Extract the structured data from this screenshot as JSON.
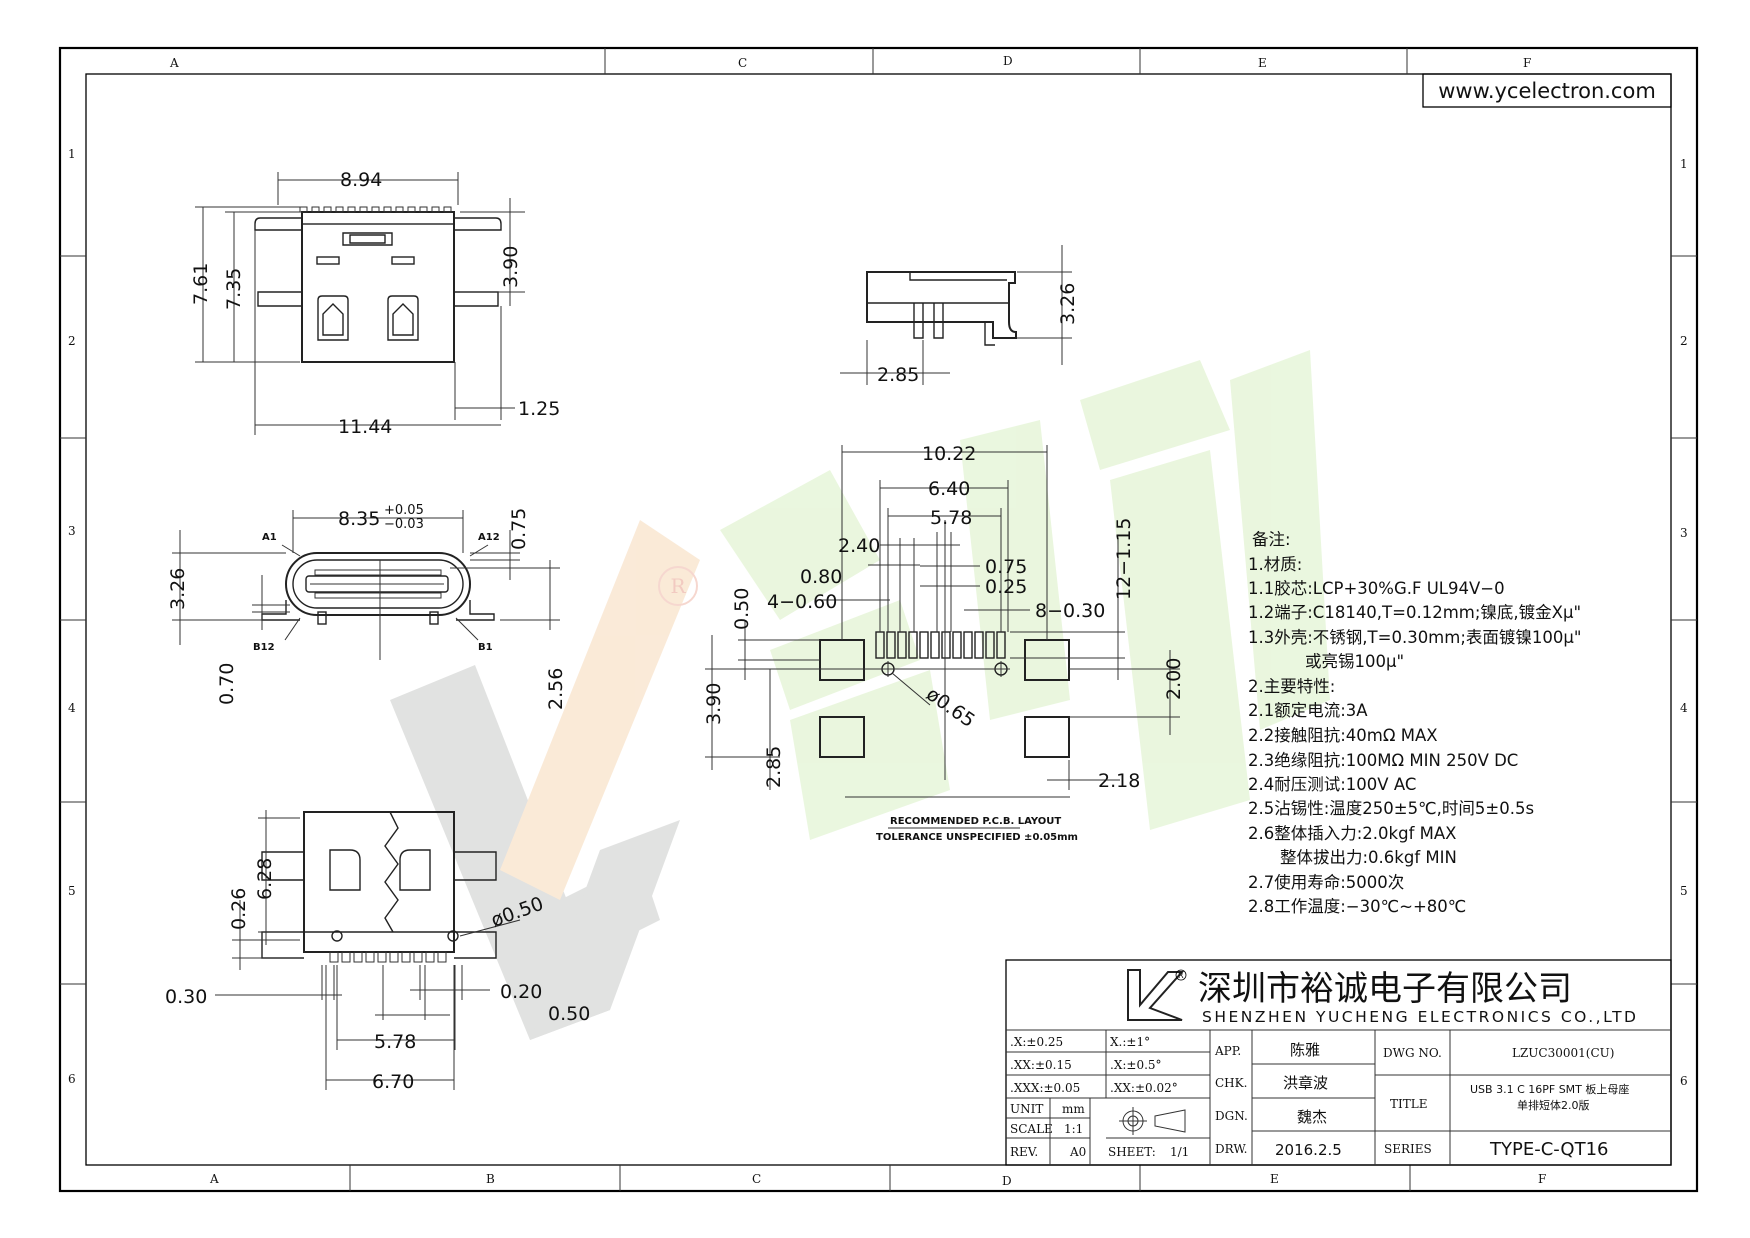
{
  "website": "www.ycelectron.com",
  "grid": {
    "columns_top": [
      "A",
      "C",
      "D",
      "E",
      "F"
    ],
    "columns_bottom": [
      "A",
      "B",
      "C",
      "D",
      "E",
      "F"
    ],
    "rows": [
      "1",
      "2",
      "3",
      "4",
      "5",
      "6"
    ]
  },
  "watermark": {
    "registered": "R"
  },
  "top_view": {
    "width": "8.94",
    "height_outer": "7.61",
    "height_inner": "7.35",
    "top_offset": "3.90",
    "total_width": "11.44",
    "tab": "1.25"
  },
  "side_view": {
    "height": "3.26",
    "offset": "2.85"
  },
  "front_view": {
    "width": "8.35",
    "tol_plus": "+0.05",
    "tol_minus": "−0.03",
    "top": "0.75",
    "height": "3.26",
    "bottom": "0.70",
    "depth": "2.56",
    "pin_a1": "A1",
    "pin_a12": "A12",
    "pin_b12": "B12",
    "pin_b1": "B1"
  },
  "pcb": {
    "d_1022": "10.22",
    "d_640": "6.40",
    "d_578": "5.78",
    "d_240": "2.40",
    "d_080": "0.80",
    "d_075": "0.75",
    "d_025": "0.25",
    "d_4x060": "4−0.60",
    "d_050": "0.50",
    "d_8x030": "8−0.30",
    "d_12x115": "12−1.15",
    "d_200": "2.00",
    "d_390": "3.90",
    "d_285": "2.85",
    "d_218": "2.18",
    "hole": "ø0.65",
    "caption1": "RECOMMENDED  P.C.B. LAYOUT",
    "caption2": "TOLERANCE UNSPECIFIED ±0.05mm"
  },
  "bottom_view": {
    "h_628": "6.28",
    "h_026": "0.26",
    "hole": "ø0.50",
    "d_030": "0.30",
    "d_020": "0.20",
    "d_050": "0.50",
    "d_578": "5.78",
    "d_670": "6.70"
  },
  "notes": [
    "备注:",
    "1.材质:",
    "1.1胶芯:LCP+30%G.F UL94V−0",
    "1.2端子:C18140,T=0.12mm;镍底,镀金Xμ\"",
    "1.3外壳:不锈钢,T=0.30mm;表面镀镍100μ\"",
    "或亮锡100μ\"",
    "2.主要特性:",
    "2.1额定电流:3A",
    "2.2接触阻抗:40mΩ MAX",
    "2.3绝缘阻抗:100MΩ MIN 250V DC",
    "2.4耐压测试:100V AC",
    "2.5沾锡性:温度250±5℃,时间5±0.5s",
    "2.6整体插入力:2.0kgf MAX",
    "整体拔出力:0.6kgf MIN",
    "2.7使用寿命:5000次",
    "2.8工作温度:−30℃~+80℃"
  ],
  "title_block": {
    "company_cn": "深圳市裕诚电子有限公司",
    "company_en": "SHENZHEN YUCHENG ELECTRONICS CO.,LTD",
    "tol_x": ".X:±0.25",
    "tol_xx": ".XX:±0.15",
    "tol_xxx": ".XXX:±0.05",
    "ang_x": "X.:±1°",
    "ang_xx": ".X:±0.5°",
    "ang_xxx": ".XX:±0.02°",
    "unit_label": "UNIT",
    "unit_value": "mm",
    "scale_label": "SCALE",
    "scale_value": "1:1",
    "rev_label": "REV.",
    "rev_value": "A0",
    "sheet_label": "SHEET:",
    "sheet_value": "1/1",
    "app_label": "APP.",
    "app_value": "陈雅",
    "chk_label": "CHK.",
    "chk_value": "洪章波",
    "dgn_label": "DGN.",
    "dgn_value": "魏杰",
    "drw_label": "DRW.",
    "drw_value": "2016.2.5",
    "dwg_label": "DWG NO.",
    "dwg_value": "LZUC30001(CU)",
    "title_label": "TITLE",
    "title_line1": "USB 3.1 C 16PF SMT 板上母座",
    "title_line2": "单排短体2.0版",
    "series_label": "SERIES",
    "series_value": "TYPE-C-QT16"
  }
}
